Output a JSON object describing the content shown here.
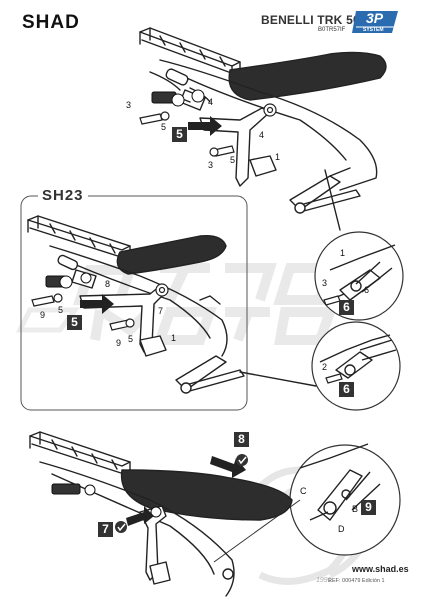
{
  "header": {
    "brand": "SHAD",
    "model": "BENELLI TRK 502 '17",
    "reference": "B0TR57IF",
    "logo_main": "3P",
    "logo_sub": "SYSTEM"
  },
  "inset": {
    "title": "SH23"
  },
  "steps": {
    "s5_top": "5",
    "s5_inset": "5",
    "s6_a": "6",
    "s6_b": "6",
    "s7": "7",
    "s8": "8",
    "s9": "9"
  },
  "labels": {
    "top_3": "3",
    "top_4a": "4",
    "top_5a": "5",
    "top_4b": "4",
    "top_3b": "3",
    "top_5b": "5",
    "top_1": "1",
    "in_8": "8",
    "in_9a": "9",
    "in_5a": "5",
    "in_7": "7",
    "in_9b": "9",
    "in_5b": "5",
    "in_1": "1",
    "c1_1": "1",
    "c1_3": "3",
    "c1_6": "6",
    "c2_2": "2",
    "c3_C": "C",
    "c3_B": "B",
    "c3_D": "D"
  },
  "footer": {
    "url": "www.shad.es",
    "year": "1991",
    "ref_text": "REF: 000479 Edición 1"
  },
  "colors": {
    "ink": "#333333",
    "watermark": "#dddddd"
  },
  "icons": [
    "check-icon",
    "arrow-icon"
  ]
}
